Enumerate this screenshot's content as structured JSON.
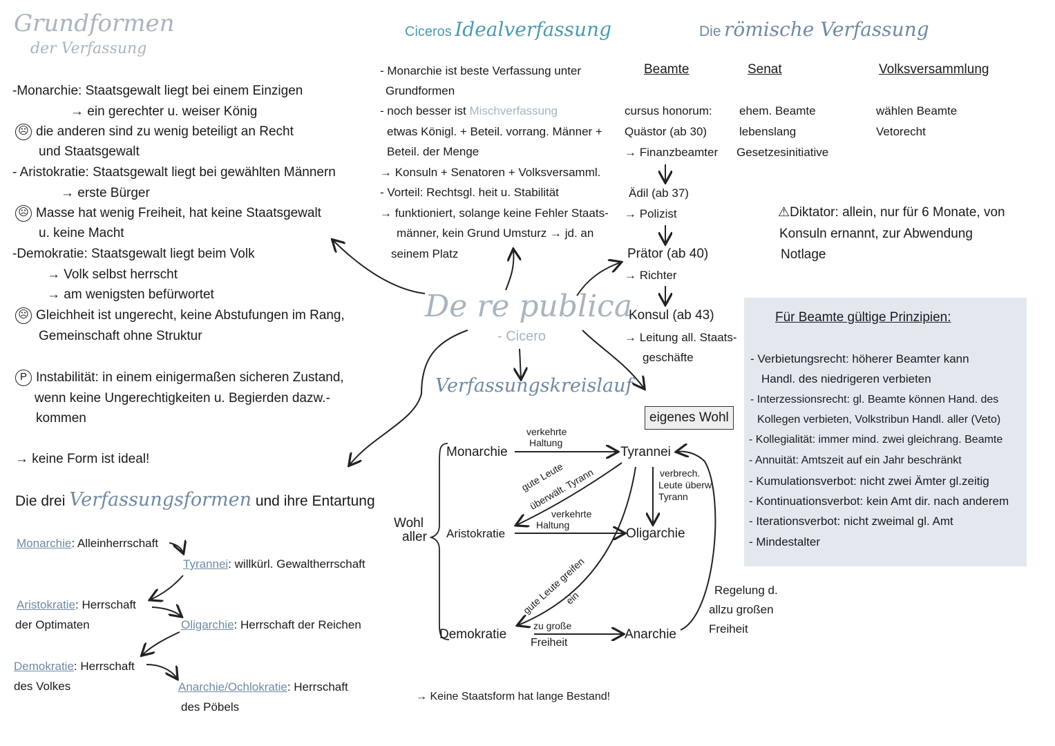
{
  "colors": {
    "title_grey": "#a9b4bf",
    "accent_blue": "#6f8aa4",
    "accent_teal": "#4a9bb0",
    "panel_bg": "#e3e8ef",
    "text": "#1a1a1a"
  },
  "left": {
    "title1": "Grundformen",
    "title2": "der Verfassung",
    "lines": [
      "-Monarchie: Staatsgewalt liegt bei einem Einzigen",
      "→ ein gerechter u. weiser König",
      "die anderen sind zu wenig beteiligt an Recht",
      "und Staatsgewalt",
      "- Aristokratie: Staatsgewalt liegt bei gewählten Männern",
      "→ erste Bürger",
      "Masse hat wenig Freiheit, hat keine Staatsgewalt",
      "u. keine Macht",
      "-Demokratie: Staatsgewalt liegt beim Volk",
      "→ Volk selbst herrscht",
      "→ am wenigsten befürwortet",
      "Gleichheit ist ungerecht, keine Abstufungen im Rang,",
      "Gemeinschaft ohne Struktur",
      "Instabilität: in einem einigermaßen sicheren Zustand,",
      "wenn keine Ungerechtigkeiten u. Begierden dazw.-",
      "kommen",
      "→ keine Form ist ideal!"
    ],
    "frown": "☹",
    "p_mark": "P"
  },
  "forms": {
    "title_a": "Die drei",
    "title_b": "Verfassungsformen",
    "title_c": "und ihre Entartung",
    "monarchie": "Monarchie",
    "monarchie_def": "Alleinherrschaft",
    "tyrannei": "Tyrannei",
    "tyrannei_def": "willkürl. Gewaltherrschaft",
    "aristokratie": "Aristokratie",
    "aristokratie_def": "Herrschaft",
    "aristokratie_def2": "der Optimaten",
    "oligarchie": "Oligarchie",
    "oligarchie_def": "Herrschaft der Reichen",
    "demokratie": "Demokratie",
    "demokratie_def": "Herrschaft",
    "demokratie_def2": "des Volkes",
    "anarchie": "Anarchie/Ochlokratie",
    "anarchie_def": "Herrschaft",
    "anarchie_def2": "des Pöbels"
  },
  "ideal": {
    "title_a": "Ciceros",
    "title_b": "Idealverfassung",
    "lines": [
      "- Monarchie ist beste Verfassung unter",
      "Grundformen",
      "- noch besser ist",
      "etwas Königl. + Beteil. vorrang. Männer +",
      "Beteil. der Menge",
      "→ Konsuln + Senatoren + Volksversamml.",
      "- Vorteil: Rechtsgl. heit u. Stabilität",
      "→ funktioniert, solange keine Fehler Staats-",
      "männer, kein Grund Umsturz → jd. an",
      "seinem Platz"
    ],
    "mischverfassung": "Mischverfassung"
  },
  "center": {
    "title": "De re publica",
    "subtitle": "- Cicero"
  },
  "cycle": {
    "title": "Verfassungskreislauf",
    "monarchie": "Monarchie",
    "tyrannei": "Tyrannei",
    "aristokratie": "Aristokratie",
    "oligarchie": "Oligarchie",
    "demokratie": "Demokratie",
    "anarchie": "Anarchie",
    "wohl1": "Wohl",
    "wohl2": "aller",
    "eigenes_wohl": "eigenes Wohl",
    "verkehrte1": "verkehrte",
    "haltung1": "Haltung",
    "verkehrte2": "verkehrte",
    "haltung2": "Haltung",
    "gute_leute1": "gute Leute",
    "ueberw1": "überwält. Tyrann",
    "verbrech1": "verbrech.",
    "verbrech2": "Leute überw.",
    "verbrech3": "Tyrann",
    "greifen1": "gute Leute greifen",
    "greifen2": "ein",
    "zu_grosse": "zu große",
    "freiheit": "Freiheit",
    "regelung1": "Regelung d.",
    "regelung2": "allzu großen",
    "regelung3": "Freiheit",
    "bottom": "→ Keine Staatsform hat lange Bestand!"
  },
  "roman": {
    "title_a": "Die",
    "title_b": "römische Verfassung",
    "beamte": "Beamte",
    "senat": "Senat",
    "volk": "Volksversammlung",
    "beamte_lines": [
      "cursus honorum:",
      "Quästor (ab 30)",
      "→ Finanzbeamter",
      "Ädil (ab 37)",
      "→ Polizist",
      "Prätor (ab 40)",
      "→ Richter",
      "Konsul (ab 43)",
      "→ Leitung all. Staats-",
      "geschäfte"
    ],
    "senat_lines": [
      "ehem. Beamte",
      "lebenslang",
      "Gesetzesinitiative"
    ],
    "volk_lines": [
      "wählen Beamte",
      "Vetorecht"
    ],
    "warn": "⚠",
    "diktator_lines": [
      "Diktator: allein, nur für 6 Monate, von",
      "Konsuln ernannt, zur Abwendung",
      "Notlage"
    ]
  },
  "panel": {
    "title": "Für Beamte gültige Prinzipien:",
    "lines": [
      "- Verbietungsrecht: höherer Beamter kann",
      "Handl. des niedrigeren verbieten",
      "- Interzessionsrecht: gl. Beamte können Hand. des",
      "Kollegen verbieten, Volkstribun Handl. aller (Veto)",
      "- Kollegialität: immer mind. zwei gleichrang. Beamte",
      "- Annuität: Amtszeit auf ein Jahr beschränkt",
      "- Kumulationsverbot: nicht zwei Ämter gl.zeitig",
      "- Kontinuationsverbot: kein Amt dir. nach anderem",
      "- Iterationsverbot: nicht zweimal gl. Amt",
      "- Mindestalter"
    ]
  }
}
